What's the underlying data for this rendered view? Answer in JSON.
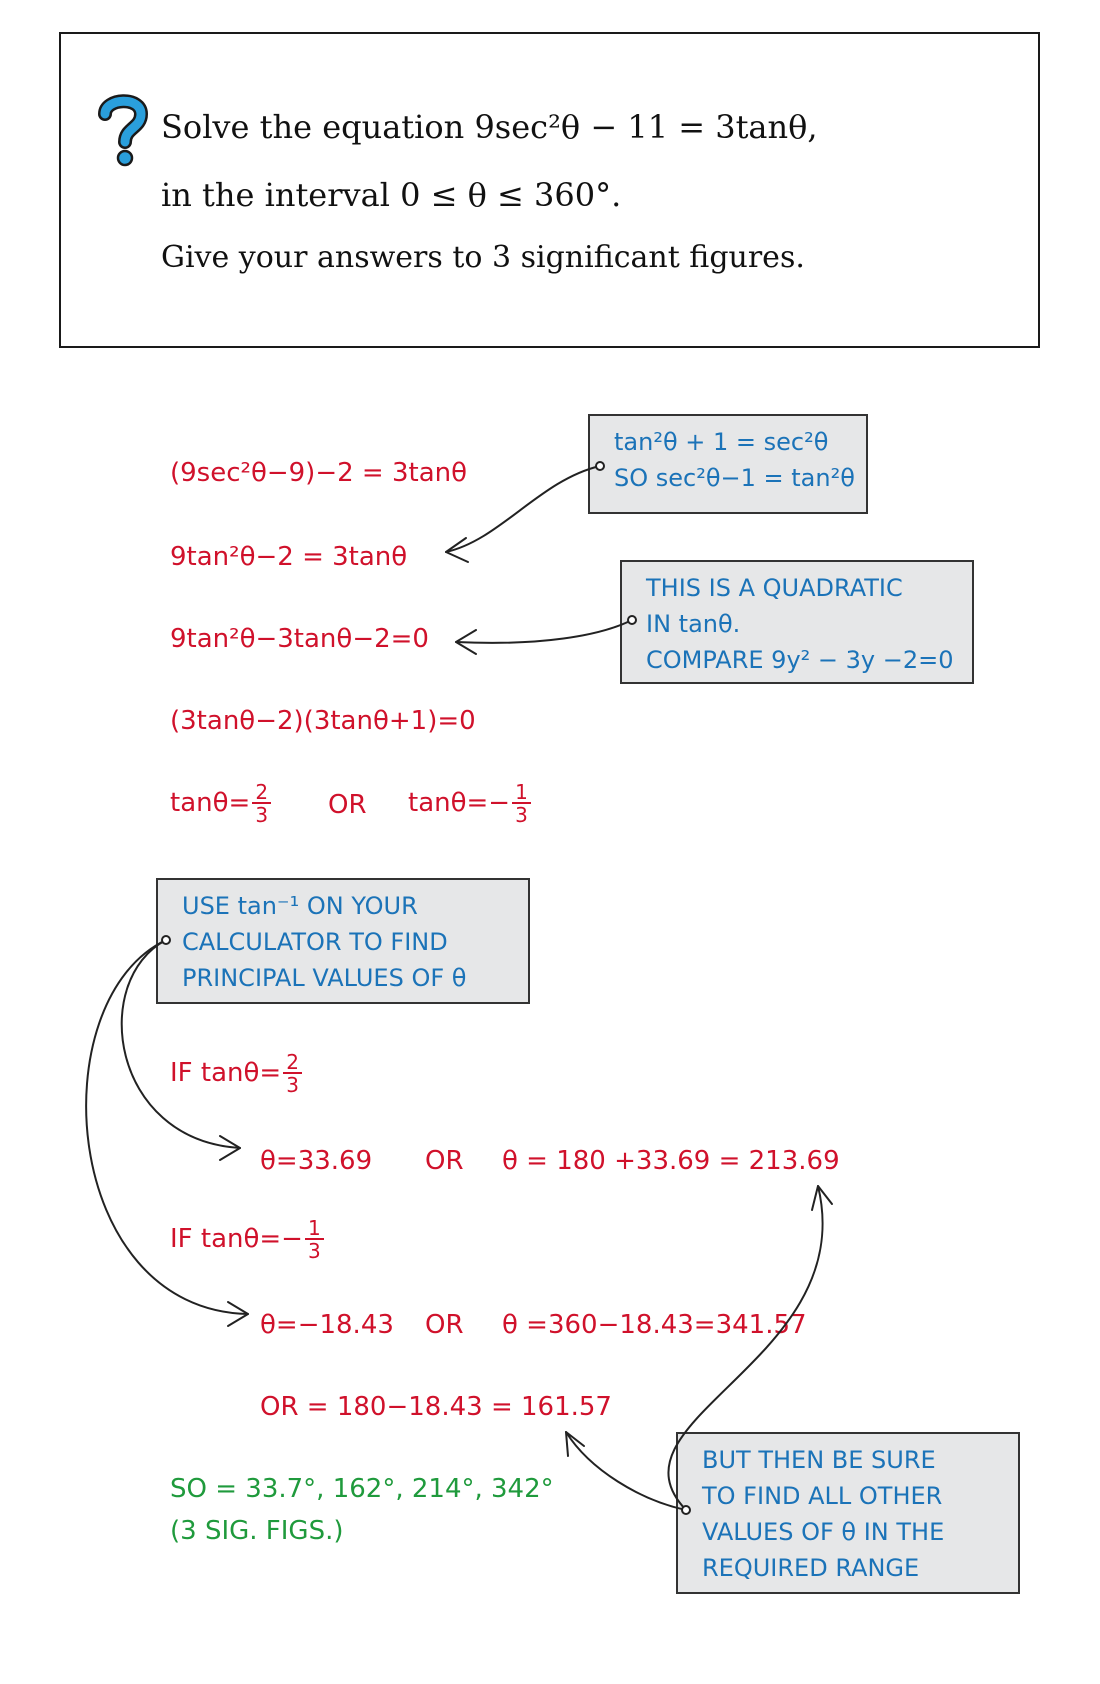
{
  "question": {
    "line1": "Solve the equation 9sec²θ − 11 = 3tanθ,",
    "line2": "in the interval 0 ≤ θ ≤ 360°.",
    "line3": "Give your answers to 3 significant figures."
  },
  "working": {
    "step1": "(9sec²θ−9)−2 = 3tanθ",
    "step2": "9tan²θ−2 = 3tanθ",
    "step3": "9tan²θ−3tanθ−2=0",
    "step4": "(3tanθ−2)(3tanθ+1)=0",
    "step5_a": "tanθ=",
    "step5_a_num": "2",
    "step5_a_den": "3",
    "step5_or": "OR",
    "step5_b": "tanθ=−",
    "step5_b_num": "1",
    "step5_b_den": "3",
    "if1": "IF  tanθ=",
    "if1_num": "2",
    "if1_den": "3",
    "sol1_a": "θ=33.69",
    "sol1_or": "OR",
    "sol1_b": "θ = 180 +33.69 = 213.69",
    "if2": "IF  tanθ=−",
    "if2_num": "1",
    "if2_den": "3",
    "sol2_a": "θ=−18.43",
    "sol2_or": "OR",
    "sol2_b": "θ =360−18.43=341.57",
    "sol3": "OR = 180−18.43 = 161.57",
    "final1": "SO = 33.7°, 162°, 214°, 342°",
    "final2": "(3 SIG. FIGS.)"
  },
  "notes": {
    "identity": [
      "tan²θ + 1 = sec²θ",
      "SO  sec²θ−1 = tan²θ"
    ],
    "quadratic": [
      "THIS  IS  A  QUADRATIC",
      "IN  tanθ.",
      "COMPARE  9y² − 3y −2=0"
    ],
    "calculator": [
      "USE  tan⁻¹  ON  YOUR",
      "CALCULATOR  TO  FIND",
      "PRINCIPAL  VALUES  OF  θ"
    ],
    "range": [
      "BUT  THEN  BE  SURE",
      "TO  FIND  ALL  OTHER",
      "VALUES  OF  θ  IN  THE",
      "REQUIRED  RANGE"
    ]
  },
  "colors": {
    "working": "#d0112b",
    "note_text": "#1b73b8",
    "final": "#1f9a3c",
    "question_mark": "#2a9fdc"
  }
}
